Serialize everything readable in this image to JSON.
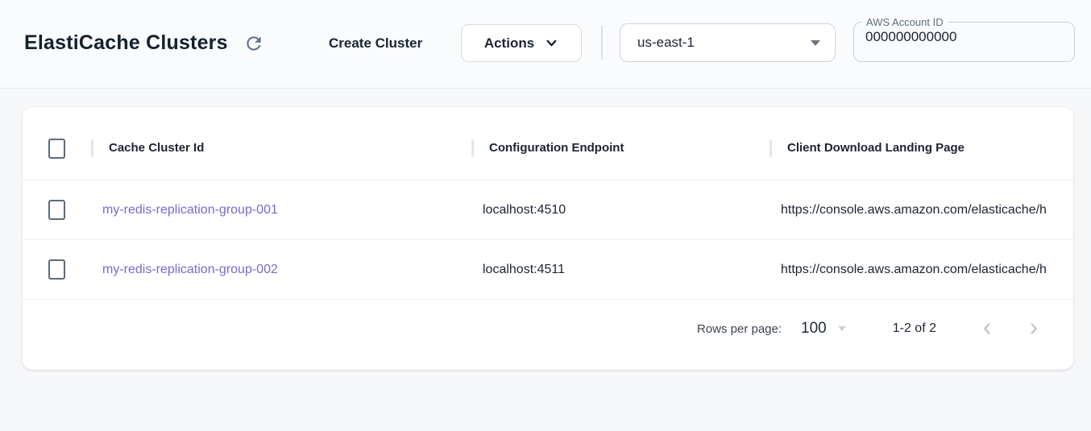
{
  "header": {
    "title": "ElastiCache Clusters",
    "create_cluster_label": "Create Cluster",
    "actions_label": "Actions",
    "region": {
      "value": "us-east-1"
    },
    "account": {
      "label": "AWS Account ID",
      "value": "000000000000"
    }
  },
  "table": {
    "columns": [
      {
        "label": "Cache Cluster Id"
      },
      {
        "label": "Configuration Endpoint"
      },
      {
        "label": "Client Download Landing Page"
      }
    ],
    "rows": [
      {
        "id": "my-redis-replication-group-001",
        "endpoint": "localhost:4510",
        "landing_page": "https://console.aws.amazon.com/elasticache/h"
      },
      {
        "id": "my-redis-replication-group-002",
        "endpoint": "localhost:4511",
        "landing_page": "https://console.aws.amazon.com/elasticache/h"
      }
    ]
  },
  "pagination": {
    "rows_per_page_label": "Rows per page:",
    "rows_per_page_value": "100",
    "range": "1-2 of 2"
  },
  "icons": {
    "refresh": "refresh-icon",
    "actions_chevron": "chevron-down-icon",
    "region_caret": "dropdown-caret-icon",
    "prev": "chevron-left-icon",
    "next": "chevron-right-icon"
  },
  "colors": {
    "link": "#7b68d2",
    "checkbox_border": "#5b6b7b",
    "icon_slate": "#64748b",
    "card_bg": "#ffffff",
    "page_bg": "#f6f7f9"
  }
}
